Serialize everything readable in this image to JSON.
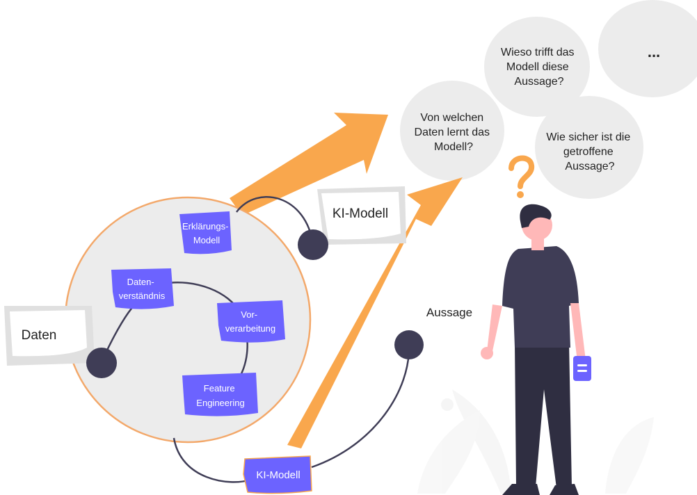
{
  "questions": {
    "why_statement": [
      "Wieso trifft das",
      "Modell diese",
      "Aussage?"
    ],
    "more": "...",
    "which_data": [
      "Von welchen",
      "Daten lernt das",
      "Modell?"
    ],
    "how_sure": [
      "Wie sicher ist die",
      "getroffene",
      "Aussage?"
    ]
  },
  "labels": {
    "ki_modell_card": "KI-Modell",
    "daten_card": "Daten",
    "aussage": "Aussage",
    "ki_modell_tag": "KI-Modell"
  },
  "process_steps": {
    "erklaerung": [
      "Erklärungs-",
      "Modell"
    ],
    "datenverstaendnis": [
      "Daten-",
      "verständnis"
    ],
    "vorverarbeitung": [
      "Vor-",
      "verarbeitung"
    ],
    "feature_engineering": [
      "Feature",
      "Engineering"
    ]
  },
  "colors": {
    "accent_purple": "#6c63ff",
    "arrow_orange": "#f9a74d",
    "circle_outline": "#f3a86a",
    "node_dark": "#3f3d56",
    "bubble_gray": "#ececec",
    "card_gray": "#e5e5e5"
  }
}
